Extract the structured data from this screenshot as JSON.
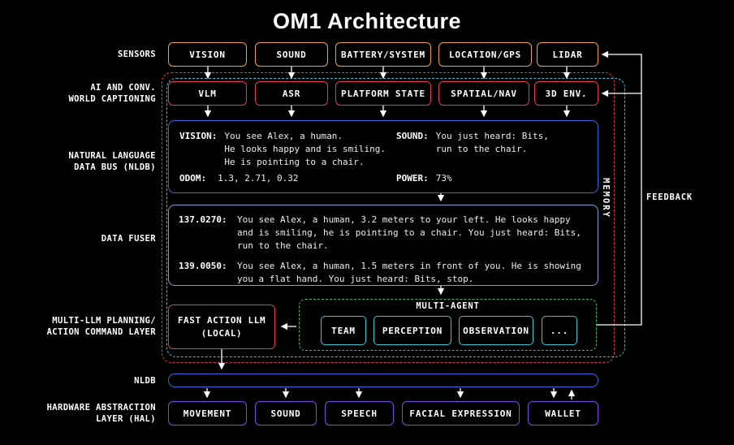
{
  "title": "OM1 Architecture",
  "labels": {
    "sensors": "SENSORS",
    "captioning1": "AI AND CONV.",
    "captioning2": "WORLD CAPTIONING",
    "nldb1": "NATURAL LANGUAGE",
    "nldb2": "DATA BUS (NLDB)",
    "fuser": "DATA FUSER",
    "llm1": "MULTI-LLM PLANNING/",
    "llm2": "ACTION COMMAND LAYER",
    "nldb_bar": "NLDB",
    "hal1": "HARDWARE ABSTRACTION",
    "hal2": "LAYER (HAL)",
    "memory": "MEMORY",
    "feedback": "FEEDBACK"
  },
  "sensors": [
    "VISION",
    "SOUND",
    "BATTERY/SYSTEM",
    "LOCATION/GPS",
    "LIDAR"
  ],
  "captioning": [
    "VLM",
    "ASR",
    "PLATFORM STATE",
    "SPATIAL/NAV",
    "3D ENV."
  ],
  "nldb": {
    "vision_label": "VISION:",
    "vision_lines": [
      "You see Alex, a human.",
      "He looks happy and is smiling.",
      "He is pointing to a chair."
    ],
    "sound_label": "SOUND:",
    "sound_lines": [
      "You just heard: Bits,",
      "run to the chair."
    ],
    "odom_label": "ODOM:",
    "odom_value": "1.3, 2.71, 0.32",
    "power_label": "POWER:",
    "power_value": "73%"
  },
  "fuser": {
    "entries": [
      {
        "timestamp": "137.0270:",
        "text": "You see Alex, a human, 3.2 meters to your left. He looks happy and is smiling, he is pointing to a chair. You just heard: Bits, run to the chair."
      },
      {
        "timestamp": "139.0050:",
        "text": "You see Alex, a human, 1.5 meters in front of you. He is showing you a flat hand. You just heard: Bits, stop."
      }
    ]
  },
  "action_layer": {
    "fast_llm_line1": "FAST ACTION LLM",
    "fast_llm_line2": "(LOCAL)",
    "multi_agent_label": "MULTI-AGENT",
    "agents": [
      "TEAM",
      "PERCEPTION",
      "OBSERVATION",
      "..."
    ]
  },
  "hal": [
    "MOVEMENT",
    "SOUND",
    "SPEECH",
    "FACIAL EXPRESSION",
    "WALLET"
  ],
  "colors": {
    "background": "#000000",
    "sensor-border": "#f0a03c",
    "captioning-border": "#e23b53",
    "nldb-border": "#2f6bdb",
    "fuser-border": "#7b9fd0",
    "multi-agent-border": "#2fbf71",
    "agent-border": "#35c8d8",
    "hal-border": "#7d4ae0",
    "captioning-boundary": "#e23b53",
    "memory-boundary": "#33c6d8",
    "arrow": "#ffffff"
  }
}
